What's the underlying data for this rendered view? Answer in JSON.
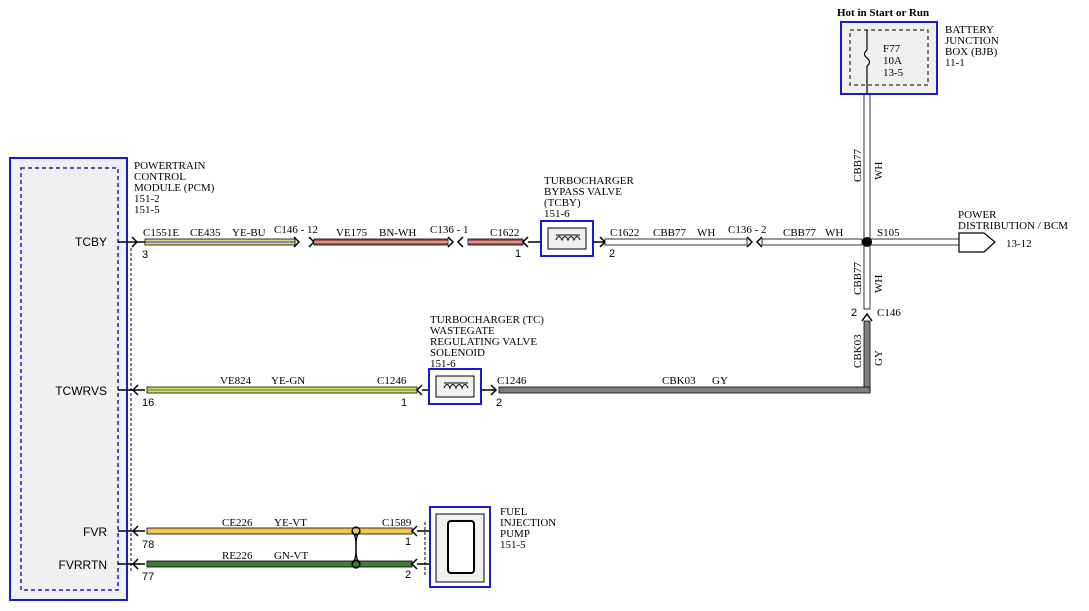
{
  "title_top": "Hot in Start or Run",
  "components": {
    "pcm": {
      "name": [
        "POWERTRAIN",
        "CONTROL",
        "MODULE (PCM)"
      ],
      "refs": [
        "151-2",
        "151-5"
      ]
    },
    "bjb": {
      "name": [
        "BATTERY",
        "JUNCTION",
        "BOX (BJB)"
      ],
      "ref": "11-1",
      "fuse": [
        "F77",
        "10A",
        "13-5"
      ]
    },
    "tcby": {
      "name": [
        "TURBOCHARGER",
        "BYPASS VALVE",
        "(TCBY)"
      ],
      "ref": "151-6"
    },
    "tc_wastegate": {
      "name": [
        "TURBOCHARGER (TC)",
        "WASTEGATE",
        "REGULATING VALVE",
        "SOLENOID"
      ],
      "ref": "151-6"
    },
    "fuel_pump": {
      "name": [
        "FUEL",
        "INJECTION",
        "PUMP"
      ],
      "ref": "151-5"
    },
    "power_dist": {
      "name": [
        "POWER",
        "DISTRIBUTION / BCM"
      ],
      "ref": "13-12"
    }
  },
  "pcm_pins": [
    {
      "name": "TCBY",
      "pin": "3"
    },
    {
      "name": "TCWRVS",
      "pin": "16"
    },
    {
      "name": "FVR",
      "pin": "78"
    },
    {
      "name": "FVRRTN",
      "pin": "77"
    }
  ],
  "connectors": {
    "c1551e": "C1551E",
    "c146_12": "C146 - 12",
    "c136_1": "C136 - 1",
    "c1622_left": "C1622",
    "c1622_left_pin": "1",
    "c1622_right": "C1622",
    "c1622_right_pin": "2",
    "c136_2": "C136 - 2",
    "s105": "S105",
    "c146": "C146",
    "c146_pin": "2",
    "c1246_left": "C1246",
    "c1246_left_pin": "1",
    "c1246_right": "C1246",
    "c1246_right_pin": "2",
    "c1589": "C1589",
    "c1589_pin1": "1",
    "c1589_pin2": "2"
  },
  "wires": {
    "ce435": {
      "circuit": "CE435",
      "color": "YE-BU",
      "fill": "#e8d47a",
      "accent": "#3a5fd0"
    },
    "ve175": {
      "circuit": "VE175",
      "color": "BN-WH",
      "fill": "#a85050"
    },
    "cbb77_a": {
      "circuit": "CBB77",
      "color": "WH",
      "fill": "#ffffff"
    },
    "cbb77_b": {
      "circuit": "CBB77",
      "color": "WH",
      "fill": "#ffffff"
    },
    "cbb77_up": {
      "circuit": "CBB77",
      "color": "WH",
      "fill": "#ffffff"
    },
    "cbb77_down": {
      "circuit": "CBB77",
      "color": "WH",
      "fill": "#ffffff"
    },
    "cbk03_h": {
      "circuit": "CBK03",
      "color": "GY",
      "fill": "#808080"
    },
    "cbk03_v": {
      "circuit": "CBK03",
      "color": "GY",
      "fill": "#808080"
    },
    "ve824": {
      "circuit": "VE824",
      "color": "YE-GN",
      "fill": "#e0e060",
      "accent": "#4a9a3a"
    },
    "ce226": {
      "circuit": "CE226",
      "color": "YE-VT",
      "fill": "#f0c850"
    },
    "re226": {
      "circuit": "RE226",
      "color": "GN-VT",
      "fill": "#3f7a3a"
    }
  },
  "colors": {
    "module_border": "#1a1acc",
    "module_fill": "#f0f0f0"
  }
}
